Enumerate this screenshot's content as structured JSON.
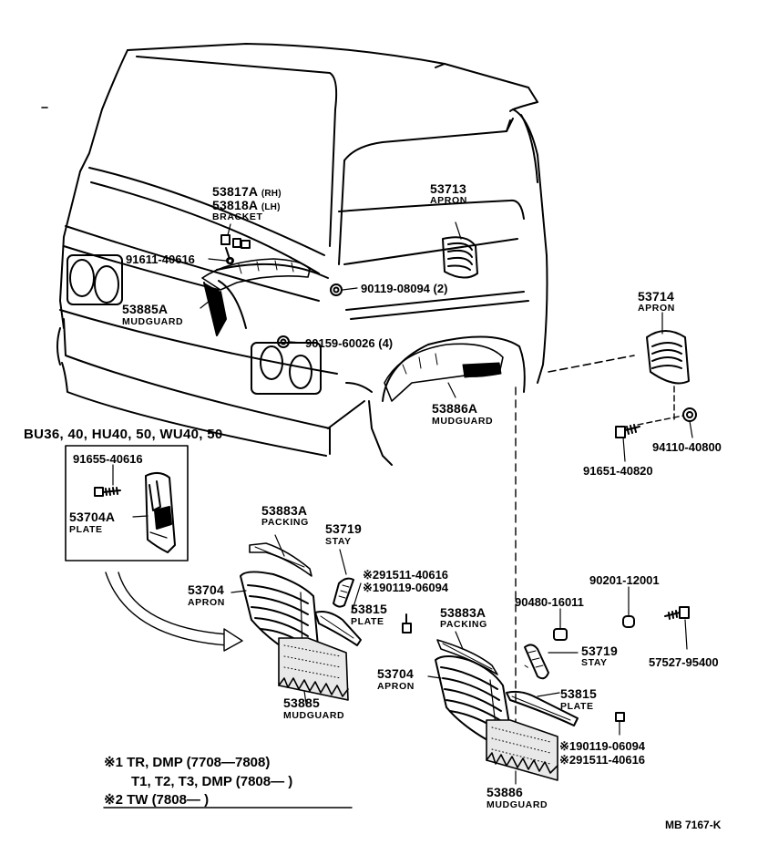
{
  "bracket": {
    "rh_part": "53817A",
    "rh_qual": "(RH)",
    "lh_part": "53818A",
    "lh_qual": "(LH)",
    "name": "BRACKET"
  },
  "apron_53713": {
    "part": "53713",
    "name": "APRON"
  },
  "bolt_91611": {
    "part": "91611-40616"
  },
  "screw_90119_top": {
    "part": "90119-08094 (2)"
  },
  "mudguard_53885A": {
    "part": "53885A",
    "name": "MUDGUARD"
  },
  "screw_90159": {
    "part": "90159-60026 (4)"
  },
  "apron_53714": {
    "part": "53714",
    "name": "APRON"
  },
  "mudguard_53886A": {
    "part": "53886A",
    "name": "MUDGUARD"
  },
  "nut_94110": {
    "part": "94110-40800"
  },
  "bolt_91651": {
    "part": "91651-40820"
  },
  "applicability": {
    "text": "BU36, 40, HU40, 50, WU40, 50"
  },
  "bolt_91655": {
    "part": "91655-40616"
  },
  "plate_53704A": {
    "part": "53704A",
    "name": "PLATE"
  },
  "packing_left": {
    "part": "53883A",
    "name": "PACKING"
  },
  "stay_left": {
    "part": "53719",
    "name": "STAY"
  },
  "note_refs_left": {
    "r2": "※291511-40616",
    "r1": "※190119-06094"
  },
  "apron_left": {
    "part": "53704",
    "name": "APRON"
  },
  "plate_left": {
    "part": "53815",
    "name": "PLATE"
  },
  "mudguard_53885": {
    "part": "53885",
    "name": "MUDGUARD"
  },
  "packing_right": {
    "part": "53883A",
    "name": "PACKING"
  },
  "washer_90201": {
    "part": "90201-12001"
  },
  "grommet_90480": {
    "part": "90480-16011"
  },
  "stay_right": {
    "part": "53719",
    "name": "STAY"
  },
  "bolt_57527": {
    "part": "57527-95400"
  },
  "apron_right": {
    "part": "53704",
    "name": "APRON"
  },
  "plate_right": {
    "part": "53815",
    "name": "PLATE"
  },
  "note_refs_right": {
    "r1": "※190119-06094",
    "r2": "※291511-40616"
  },
  "mudguard_53886": {
    "part": "53886",
    "name": "MUDGUARD"
  },
  "notes": {
    "line1": "※1 TR, DMP (7708—7808)",
    "line2": "T1, T2, T3, DMP (7808—          )",
    "line3": "※2 TW (7808—          )"
  },
  "figure_code": "MB 7167-K"
}
